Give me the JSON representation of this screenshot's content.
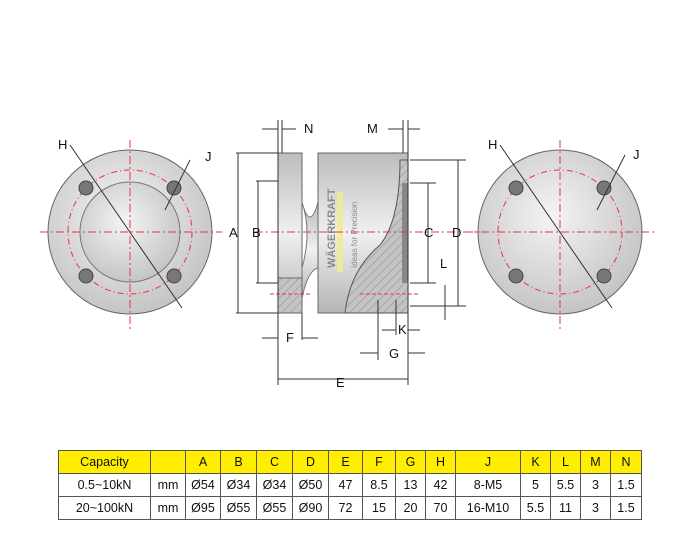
{
  "labels": {
    "A": "A",
    "B": "B",
    "C": "C",
    "D": "D",
    "E": "E",
    "F": "F",
    "G": "G",
    "H": "H",
    "J": "J",
    "K": "K",
    "L": "L",
    "M": "M",
    "N": "N"
  },
  "logo": {
    "brand": "WÄGERKRAFT",
    "tagline": "Ideas for Precision"
  },
  "table": {
    "headers": [
      "Capacity",
      "",
      "A",
      "B",
      "C",
      "D",
      "E",
      "F",
      "G",
      "H",
      "J",
      "K",
      "L",
      "M",
      "N"
    ],
    "rows": [
      [
        "0.5~10kN",
        "mm",
        "Ø54",
        "Ø34",
        "Ø34",
        "Ø50",
        "47",
        "8.5",
        "13",
        "42",
        "8-M5",
        "5",
        "5.5",
        "3",
        "1.5"
      ],
      [
        "20~100kN",
        "mm",
        "Ø95",
        "Ø55",
        "Ø55",
        "Ø90",
        "72",
        "15",
        "20",
        "70",
        "16-M10",
        "5.5",
        "11",
        "3",
        "1.5"
      ]
    ]
  },
  "colors": {
    "header": "#ffee00",
    "centerline": "#e8334a"
  }
}
